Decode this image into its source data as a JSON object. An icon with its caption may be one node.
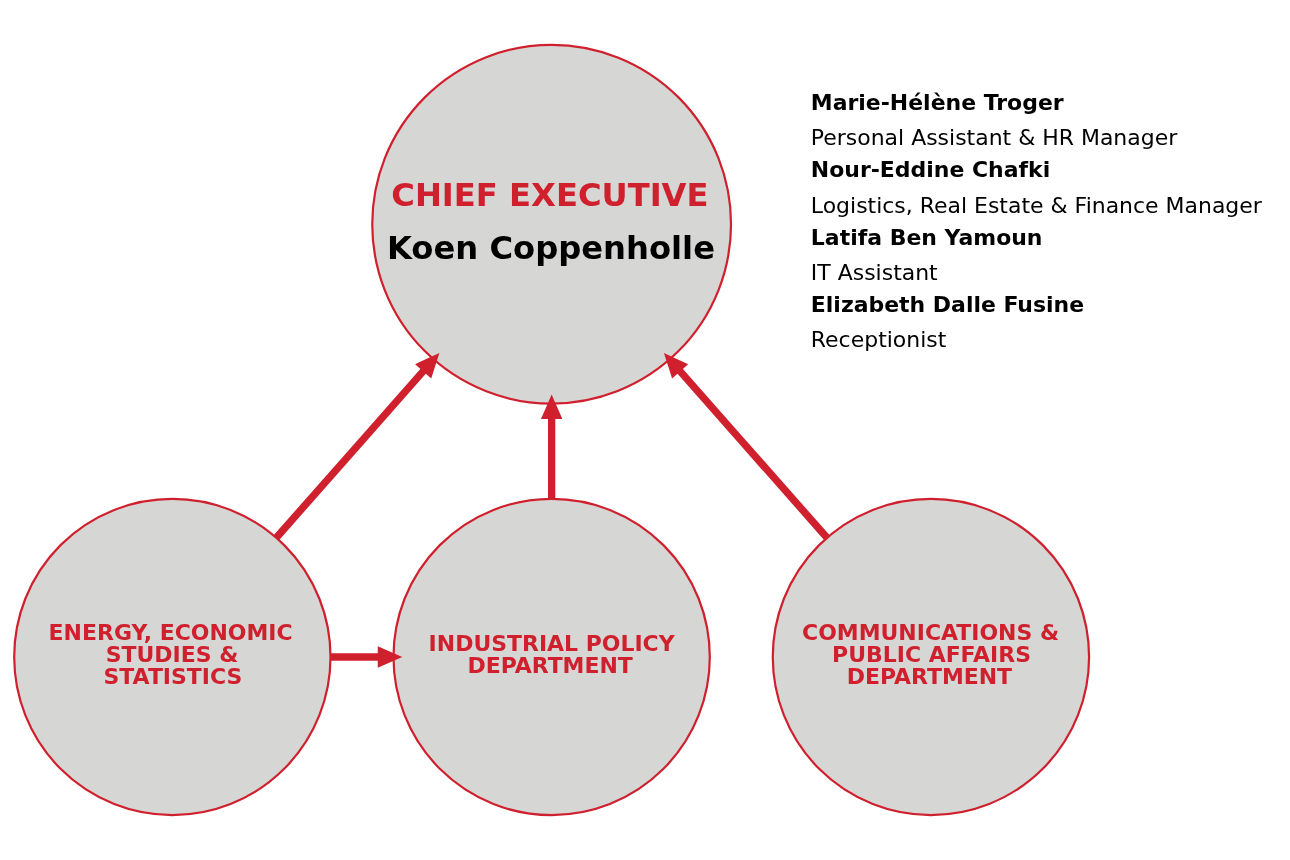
{
  "diagram": {
    "nodes": [
      {
        "text": [
          "CHIEF EXECUTIVE",
          "Koen Coppenholle"
        ]
      },
      {
        "text": [
          "ENERGY, ECONOMIC STUDIES & STATISTICS"
        ]
      },
      {
        "text": [
          "INDUSTRIAL POLICY DEPARTMENT"
        ]
      },
      {
        "text": [
          "COMMUNICATIONS & PUBLIC AFFAIRS DEPARTMENT"
        ]
      }
    ],
    "edges": [
      {
        "from": 1,
        "to": 0,
        "arrow": "to"
      },
      {
        "from": 2,
        "to": 0,
        "arrow": "to"
      },
      {
        "from": 3,
        "to": 0,
        "arrow": "to"
      },
      {
        "from": 1,
        "to": 2,
        "arrow": "to"
      }
    ],
    "labels": [
      "Marie-Hélène Troger",
      "Personal Assistant & HR Manager",
      "Nour-Eddine Chafki",
      "Logistics, Real Estate & Finance Manager",
      "Latifa Ben Yamoun",
      "IT Assistant",
      "Elizabeth Dalle Fusine",
      "Receptionist"
    ]
  }
}
